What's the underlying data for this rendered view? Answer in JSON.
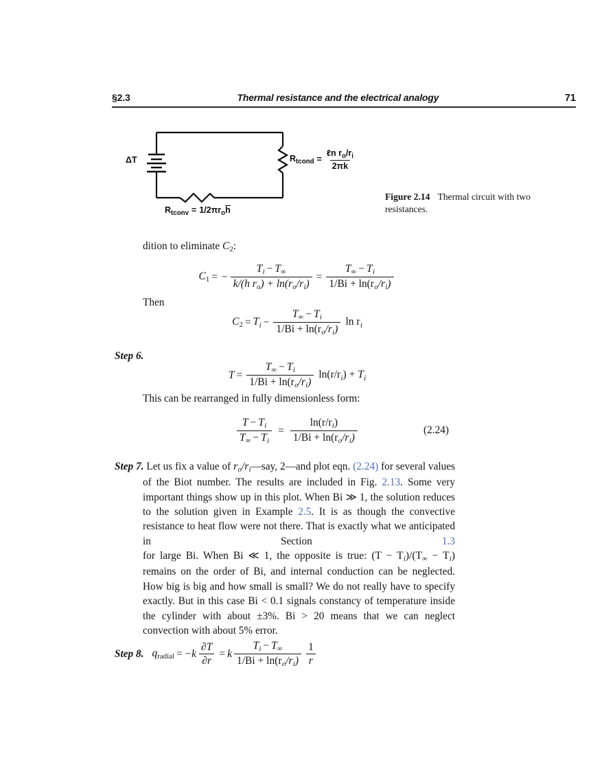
{
  "header": {
    "section": "§2.3",
    "title": "Thermal resistance and the electrical analogy",
    "page_number": "71"
  },
  "figure": {
    "name": "thermal-circuit-two-resistances",
    "source_voltage_label": "ΔT",
    "cond_resistor": {
      "label_main": "R",
      "label_sub_t": "t",
      "label_sub_name": "cond",
      "equals": "=",
      "numerator": "ℓn r",
      "numerator_sub": "o",
      "numerator_tail": "/r",
      "numerator_sub2": "i",
      "denominator": "2πk"
    },
    "conv_resistor": {
      "label_main": "R",
      "label_sub_t": "t",
      "label_sub_name": "conv",
      "equals": "=",
      "expression_pre": "1/2πr",
      "expression_sub": "o",
      "expression_post": "h"
    },
    "caption_label": "Figure 2.14",
    "caption_text": "Thermal circuit with two resistances."
  },
  "body": {
    "dition_line": "dition to eliminate",
    "dition_symbol": "C",
    "dition_symbol_sub": "2",
    "dition_colon": ":",
    "then_label": "Then",
    "rearranged_line": "This can be rearranged in fully dimensionless form:",
    "equation_number": "(2.24)"
  },
  "equations": {
    "c1": {
      "lhs_sym": "C",
      "lhs_sub": "1",
      "eq": "=",
      "minus": "−",
      "frac1_num_a": "T",
      "frac1_num_a_sub": "i",
      "frac1_num_minus": "−",
      "frac1_num_b": "T",
      "frac1_num_b_sub": "∞",
      "frac1_den": "k/(h r",
      "frac1_den_sub": "o",
      "frac1_den_mid": ") + ln(r",
      "frac1_den_sub2": "o",
      "frac1_den_tail": "/r",
      "frac1_den_sub3": "i",
      "frac1_den_end": ")",
      "eq2": "=",
      "frac2_num_a": "T",
      "frac2_num_a_sub": "∞",
      "frac2_num_minus": "−",
      "frac2_num_b": "T",
      "frac2_num_b_sub": "i",
      "frac2_den": "1/Bi + ln(r",
      "frac2_den_sub": "o",
      "frac2_den_tail": "/r",
      "frac2_den_sub2": "i",
      "frac2_den_end": ")"
    },
    "c2": {
      "lhs_sym": "C",
      "lhs_sub": "2",
      "eq": "=",
      "t_i": "T",
      "t_i_sub": "i",
      "minus": "−",
      "num_a": "T",
      "num_a_sub": "∞",
      "num_minus": "−",
      "num_b": "T",
      "num_b_sub": "i",
      "den": "1/Bi + ln(r",
      "den_sub": "o",
      "den_tail": "/r",
      "den_sub2": "i",
      "den_end": ")",
      "trailing": "ln r",
      "trailing_sub": "i"
    },
    "step6": {
      "lhs_sym": "T",
      "eq": "=",
      "num_a": "T",
      "num_a_sub": "∞",
      "num_minus": "−",
      "num_b": "T",
      "num_b_sub": "i",
      "den": "1/Bi + ln(r",
      "den_sub": "o",
      "den_tail": "/r",
      "den_sub2": "i",
      "den_end": ")",
      "trailing": "ln(r/r",
      "trailing_sub": "i",
      "trailing_end": ") +",
      "trailing_t": "T",
      "trailing_t_sub": "i"
    },
    "eq224": {
      "lhs_num_a": "T",
      "lhs_num_minus": "−",
      "lhs_num_b": "T",
      "lhs_num_b_sub": "i",
      "lhs_den_a": "T",
      "lhs_den_a_sub": "∞",
      "lhs_den_minus": "−",
      "lhs_den_b": "T",
      "lhs_den_b_sub": "i",
      "eq": "=",
      "rhs_num": "ln(r/r",
      "rhs_num_sub": "i",
      "rhs_num_end": ")",
      "rhs_den": "1/Bi + ln(r",
      "rhs_den_sub": "o",
      "rhs_den_tail": "/r",
      "rhs_den_sub2": "i",
      "rhs_den_end": ")"
    },
    "step8": {
      "q_sym": "q",
      "q_sub": "radial",
      "eq": "=",
      "minus_k": "−k",
      "partial_num": "∂T",
      "partial_den": "∂r",
      "eq2": "=",
      "k": "k",
      "num_a": "T",
      "num_a_sub": "i",
      "num_minus": "−",
      "num_b": "T",
      "num_b_sub": "∞",
      "den": "1/Bi + ln(r",
      "den_sub": "o",
      "den_tail": "/r",
      "den_sub2": "i",
      "den_end": ")",
      "tail_num": "1",
      "tail_den": "r"
    }
  },
  "steps": {
    "step6_label": "Step 6.",
    "step7_label": "Step 7.",
    "step8_label": "Step 8.",
    "step7_text_1": "Let us fix a value of",
    "step7_ro_ri": "r",
    "step7_text_2": "—say, 2—and plot eqn.",
    "step7_ref_224": "(2.24)",
    "step7_text_3": "for several values of the Biot number.  The results are included in Fig.",
    "step7_ref_213": "2.13",
    "step7_text_4": ". Some very important things show up in this plot. When Bi ≫ 1, the solution reduces to the solution given in Example",
    "step7_ref_25": "2.5",
    "step7_text_5": ". It is as though the convective resistance to heat flow were not there.  That is exactly what we anticipated in Section",
    "step7_ref_13": "1.3",
    "step7_text_6": "for large Bi. When Bi ≪ 1, the opposite is true: (T − T",
    "step7_text_7": ")/(T",
    "step7_text_8": " − T",
    "step7_text_9": ") remains on the order of Bi, and internal conduction can be neglected.  How big is big and how small is small?  We do not really have to specify exactly. But in this case Bi < 0.1 signals constancy of temperature inside the cylinder with about ±3%. Bi > 20 means that we can neglect convection with about 5% error."
  }
}
